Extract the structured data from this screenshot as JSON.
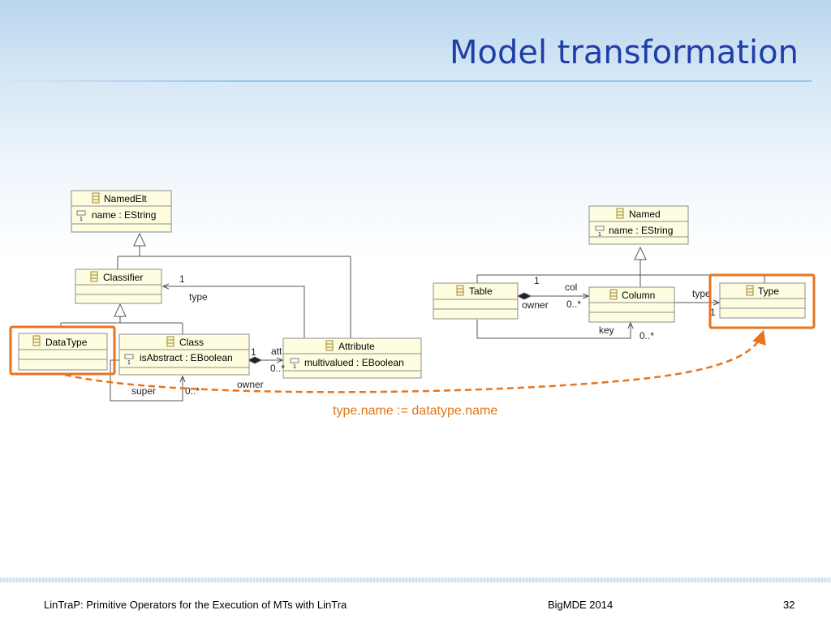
{
  "slide": {
    "title": "Model transformation",
    "annotation": "type.name := datatype.name",
    "footer_left": "LinTraP: Primitive Operators for the Execution of MTs with LinTra",
    "footer_center": "BigMDE 2014",
    "page_number": "32"
  },
  "source_model": {
    "named_elt": {
      "name": "NamedElt",
      "attribute": "name : EString",
      "multiplicity": "1"
    },
    "classifier": {
      "name": "Classifier"
    },
    "data_type": {
      "name": "DataType"
    },
    "class": {
      "name": "Class",
      "attribute": "isAbstract : EBoolean",
      "multiplicity": "1"
    },
    "attribute": {
      "name": "Attribute",
      "attribute": "multivalued : EBoolean",
      "multiplicity": "1"
    },
    "labels": {
      "type_mult": "1",
      "type_role": "type",
      "att_mult": "1",
      "att_role": "att",
      "att_many": "0..*",
      "owner_role": "owner",
      "super_role": "super",
      "super_many": "0..*"
    }
  },
  "target_model": {
    "named": {
      "name": "Named",
      "attribute": "name : EString",
      "multiplicity": "1"
    },
    "table": {
      "name": "Table"
    },
    "column": {
      "name": "Column"
    },
    "type": {
      "name": "Type"
    },
    "labels": {
      "col_mult": "1",
      "col_role": "col",
      "owner_role": "owner",
      "col_many": "0..*",
      "key_role": "key",
      "key_many": "0..*",
      "type_role": "type",
      "type_mult": "1"
    }
  },
  "colors": {
    "class_fill": "#fffde0",
    "class_border": "#8c8c8c",
    "highlight": "#e8741c",
    "title": "#1f3ea6",
    "annotation": "#e07818"
  }
}
